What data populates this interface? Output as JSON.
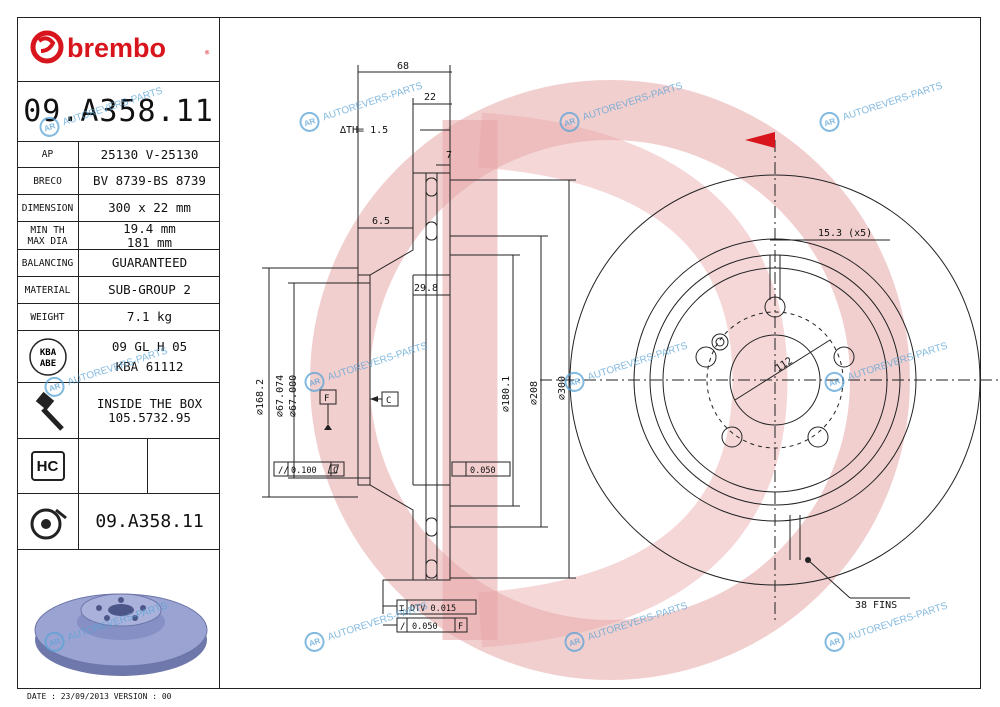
{
  "brand": "brembo",
  "part_number": "09.A358.11",
  "specs": [
    {
      "key": "AP",
      "value": "25130 V-25130"
    },
    {
      "key": "BRECO",
      "value": "BV 8739-BS 8739"
    },
    {
      "key": "DIMENSION",
      "value": "300 x 22 mm"
    },
    {
      "key": "MIN TH",
      "key2": "MAX DIA",
      "value": "19.4 mm",
      "value2": "181 mm"
    },
    {
      "key": "BALANCING",
      "value": "GUARANTEED"
    },
    {
      "key": "MATERIAL",
      "value": "SUB-GROUP 2"
    },
    {
      "key": "WEIGHT",
      "value": "7.1 kg"
    }
  ],
  "kba": {
    "badge_top": "KBA",
    "badge_bottom": "ABE",
    "value": "09 GL H 05",
    "value2": "KBA 61112"
  },
  "box": {
    "label": "INSIDE THE BOX",
    "value": "105.5732.95"
  },
  "hc": {
    "label": "HC"
  },
  "footer_part_number": "09.A358.11",
  "footer": "DATE : 23/09/2013 VERSION : 00",
  "watermark_text": "AUTOREVERS-PARTS",
  "watermark_badge": "AR",
  "dims": {
    "d68": "68",
    "d22": "22",
    "th": "∆TH= 1.5",
    "d7": "7",
    "d6_5": "6.5",
    "d29_8": "29.8",
    "d168_2": "∅168.2",
    "d67_074": "∅67.074",
    "d67_000": "∅67.000",
    "d180_1": "∅180.1",
    "d208": "∅208",
    "d300": "∅300",
    "ref_f": "F",
    "ref_c": "C",
    "par": "0.100",
    "par_ref": "C",
    "flat": "0.050",
    "dtv": "DTV 0.015",
    "runout": "0.050",
    "runout_ref": "F",
    "holes": "15.3 (x5)",
    "pcd": "112",
    "fins": "38 FINS"
  },
  "colors": {
    "brand_red": "#d8141c",
    "watermark_red": "#e8a7a8",
    "watermark_blue": "#5aa3d6",
    "disc_blue": "#8e98c8"
  }
}
